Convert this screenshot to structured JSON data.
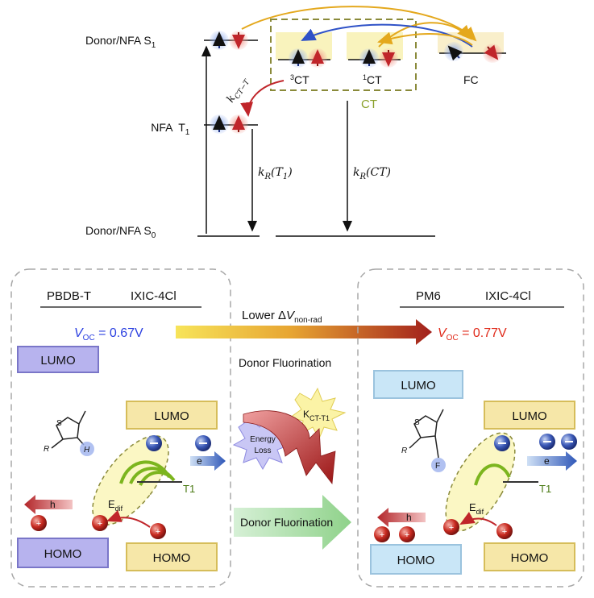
{
  "top": {
    "donor_s1": "Donor/NFA S",
    "donor_s1_sub": "1",
    "nfa_t1": "NFA  T",
    "nfa_t1_sub": "1",
    "donor_s0": "Donor/NFA S",
    "donor_s0_sub": "0",
    "k_ct_t": "k",
    "k_ct_t_sub": "CT−T",
    "ct3_sup": "3",
    "ct3": "CT",
    "ct1_sup": "1",
    "ct1": "CT",
    "ct_box": "CT",
    "fc": "FC",
    "kr_t1": "k",
    "kr_t1_sub": "R",
    "kr_t1_arg": "(T",
    "kr_t1_arg_sub": "1",
    "kr_t1_close": ")",
    "kr_ct": "k",
    "kr_ct_sub": "R",
    "kr_ct_arg": "(CT)"
  },
  "left_panel": {
    "donor": "PBDB-T",
    "acceptor": "IXIC-4Cl",
    "voc_v": "V",
    "voc_sub": "OC",
    "voc_value": " = 0.67V",
    "lumo_donor": "LUMO",
    "lumo_acceptor": "LUMO",
    "homo_donor": "HOMO",
    "homo_acceptor": "HOMO",
    "electron": "e",
    "hole": "h",
    "t1": "T1",
    "edif": "E",
    "edif_sub": "dif",
    "mol_r": "R",
    "mol_s": "S",
    "mol_h": "H"
  },
  "right_panel": {
    "donor": "PM6",
    "acceptor": "IXIC-4Cl",
    "voc_v": "V",
    "voc_sub": "OC",
    "voc_value": " = 0.77V",
    "lumo_donor": "LUMO",
    "lumo_acceptor": "LUMO",
    "homo_donor": "HOMO",
    "homo_acceptor": "HOMO",
    "electron": "e",
    "hole": "h",
    "t1": "T1",
    "edif": "E",
    "edif_sub": "dif",
    "mol_r": "R",
    "mol_s": "S",
    "mol_f": "F"
  },
  "middle": {
    "lower_dv": "Lower Δ",
    "lower_dv_v": "V",
    "lower_dv_sub": "non-rad",
    "donor_fluorination_top": "Donor Fluorination",
    "energy_loss_1": "Energy",
    "energy_loss_2": "Loss",
    "k_ct_t1": "K",
    "k_ct_t1_sub": "CT-T1",
    "donor_fluorination_bottom": "Donor Fluorination"
  },
  "colors": {
    "blue_spin": "#3b6fd1",
    "red_spin": "#d43a2a",
    "ct_box_border": "#8a8a3a",
    "ct_label": "#8aa02a",
    "left_voc": "#2a3fe0",
    "right_voc": "#e02a1a",
    "left_lumo_fill": "#b7b3ee",
    "right_lumo_fill": "#c9e6f7",
    "acceptor_fill": "#f6e7a8"
  }
}
